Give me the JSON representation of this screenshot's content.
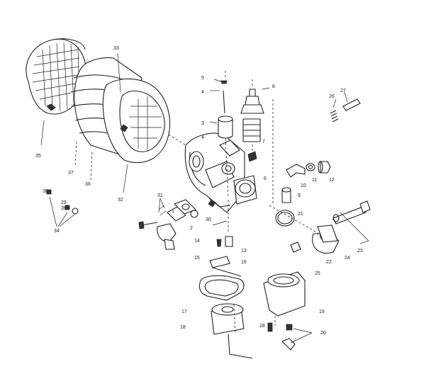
{
  "diagram": {
    "labels": {
      "l1": "1",
      "l2": "2",
      "l3": "3",
      "l4": "4",
      "l5": "5",
      "l6": "6",
      "l7": "7",
      "l8": "8",
      "l9": "9",
      "l10": "10",
      "l11": "11",
      "l12": "12",
      "l13": "13",
      "l14": "14",
      "l15": "15",
      "l16": "16",
      "l17": "17",
      "l18": "18",
      "l19": "19",
      "l20": "20",
      "l21": "21",
      "l22": "22",
      "l23": "23",
      "l24": "24",
      "l25": "25",
      "l26": "26",
      "l27": "27",
      "l28": "28",
      "l29": "29",
      "l30": "30",
      "l31": "31",
      "l32": "32",
      "l33": "33",
      "l34": "34",
      "l35": "35",
      "l36": "36",
      "l37": "37",
      "l38": "38",
      "l39": "39",
      "l4b": "4"
    }
  }
}
